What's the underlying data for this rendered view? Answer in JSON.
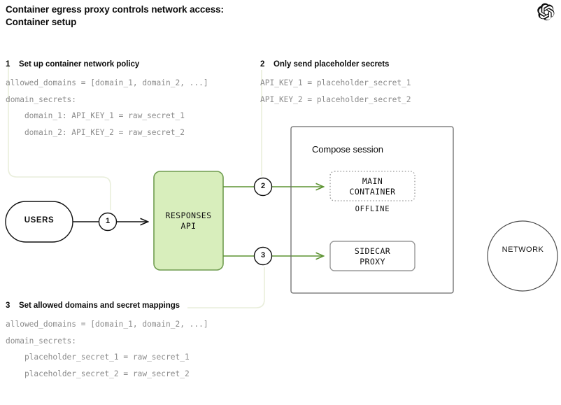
{
  "header": {
    "title": "Container egress proxy controls network access:\nContainer setup",
    "logo_icon": "openai-logo-icon"
  },
  "annotations": [
    {
      "number": "1",
      "title": "Set up container network policy",
      "code": "allowed_domains = [domain_1, domain_2, ...]\ndomain_secrets:\n    domain_1: API_KEY_1 = raw_secret_1\n    domain_2: API_KEY_2 = raw_secret_2"
    },
    {
      "number": "2",
      "title": "Only send placeholder secrets",
      "code": "API_KEY_1 = placeholder_secret_1\nAPI_KEY_2 = placeholder_secret_2"
    },
    {
      "number": "3",
      "title": "Set allowed domains and secret mappings",
      "code": "allowed_domains = [domain_1, domain_2, ...]\ndomain_secrets:\n    placeholder_secret_1 = raw_secret_1\n    placeholder_secret_2 = raw_secret_2"
    }
  ],
  "diagram": {
    "users_node": "USERS",
    "responses_node": "RESPONSES\nAPI",
    "compose_group_title": "Compose session",
    "main_container_node": "MAIN\nCONTAINER",
    "main_container_status": "OFFLINE",
    "sidecar_node": "SIDECAR\nPROXY",
    "network_node": "NETWORK",
    "step_badges": [
      "1",
      "2",
      "3"
    ]
  },
  "colors": {
    "responses_fill": "#d8eebc",
    "responses_stroke": "#6f9c4f",
    "flow_arrow_green": "#5d9332",
    "flow_arrow_dark": "#111111",
    "callout_line": "#e9eedb",
    "group_stroke": "#6b6b6b",
    "code_text": "#8c8c8c",
    "title_text": "#0d0d0d"
  }
}
